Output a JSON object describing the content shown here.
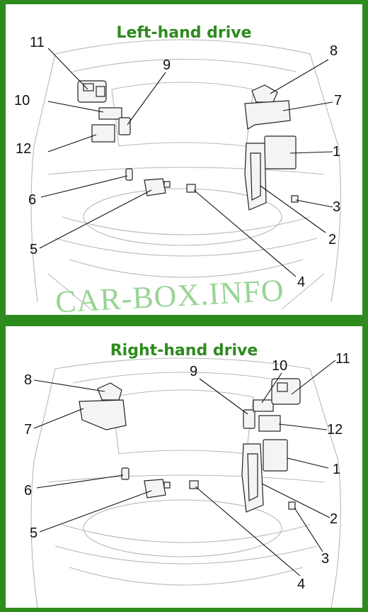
{
  "top_panel": {
    "title": "Left-hand drive",
    "callouts": [
      "1",
      "2",
      "3",
      "4",
      "5",
      "6",
      "7",
      "8",
      "9",
      "10",
      "11",
      "12"
    ]
  },
  "bottom_panel": {
    "title": "Right-hand drive",
    "callouts": [
      "1",
      "2",
      "3",
      "4",
      "5",
      "6",
      "7",
      "8",
      "9",
      "10",
      "11",
      "12"
    ]
  },
  "watermark": "CAR-BOX.INFO",
  "colors": {
    "frame": "#2e8b1e",
    "title": "#2e8b1e",
    "watermark": "#8fd08a"
  }
}
